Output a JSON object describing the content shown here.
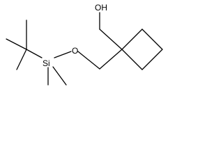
{
  "molecule": {
    "atoms": {
      "hydroxyl": "OH",
      "ether_oxygen": "O",
      "silicon": "Si"
    }
  }
}
